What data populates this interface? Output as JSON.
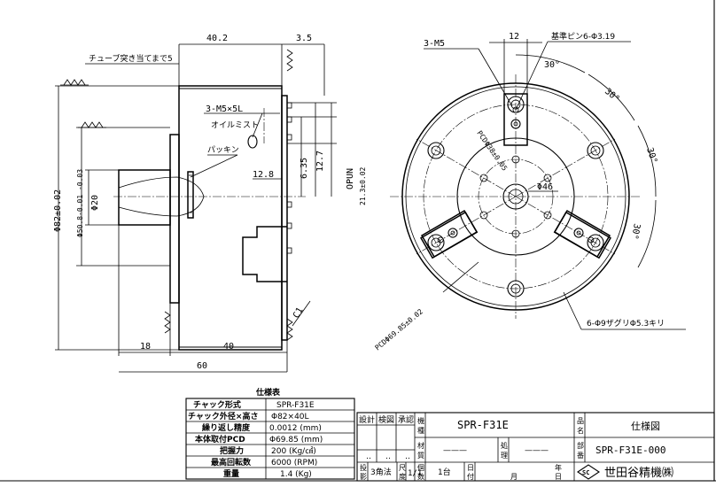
{
  "side_view": {
    "dims": {
      "len_40_2": "40.2",
      "len_3_5": "3.5",
      "tube": "チューブ突き当てまで5",
      "m5": "3-M5×5L",
      "oil": "オイルミスト",
      "packing": "パッキン",
      "d12_8": "12.8",
      "d6_35": "6.35",
      "d12_7": "12.7",
      "opun": "OPUN",
      "d21_3": "21.3±0.02",
      "phi82": "Φ82±0.02",
      "phi50": "Φ50.8-0.01 -0.03",
      "phi20": "Φ20",
      "d18": "18",
      "d40": "40",
      "d60": "60",
      "c1": "C1"
    }
  },
  "front_view": {
    "labels": {
      "m5": "3-M5",
      "d12": "12",
      "pin": "基準ピン6-Φ3.19",
      "a30_1": "30°",
      "a30_2": "30°",
      "a30_3": "30°",
      "a30_4": "30°",
      "pcd38": "PCDΦ38±0.05",
      "phi46": "Φ46",
      "pcd69": "PCDΦ69.85±0.02",
      "holes": "6-Φ9ザグリΦ5.3キリ"
    }
  },
  "spec": {
    "title": "仕様表",
    "rows": [
      {
        "label": "チャック形式",
        "value": "SPR-F31E"
      },
      {
        "label": "チャック外径×高さ",
        "value": "Φ82×40L"
      },
      {
        "label": "繰り返し精度",
        "value": "0.0012 (mm)"
      },
      {
        "label": "本体取付PCD",
        "value": "Φ69.85 (mm)"
      },
      {
        "label": "把握力",
        "value": "200 (Kg/㎠)"
      },
      {
        "label": "最高回転数",
        "value": "6000 (RPM)"
      },
      {
        "label": "重量",
        "value": "1.4 (Kg)"
      }
    ]
  },
  "title_block": {
    "sekkei": "設計",
    "kenzu": "検図",
    "shonin": "承認",
    "kishu_a": "機",
    "kishu_b": "種",
    "model": "SPR-F31E",
    "zaishitsu_a": "材",
    "zaishitsu_b": "質",
    "dash1": "———",
    "shori_a": "処",
    "shori_b": "理",
    "dash2": "———",
    "hinmei_a": "品",
    "hinmei_b": "名",
    "name": "仕様図",
    "bango_a": "部",
    "bango_b": "番",
    "number": "SPR-F31E-000",
    "dots1": "‥",
    "dots2": "‥",
    "dots3": "‥",
    "toei_a": "投",
    "toei_b": "影",
    "method": "3角法",
    "shakudo_a": "尺",
    "shakudo_b": "度",
    "scale": "1/1",
    "kosu_a": "個",
    "kosu_b": "数",
    "qty": "1台",
    "hizuke_a": "日",
    "hizuke_b": "付",
    "year": "年",
    "month": "月",
    "day": "日",
    "logo_mark": "SC",
    "company": "世田谷精機㈱"
  }
}
